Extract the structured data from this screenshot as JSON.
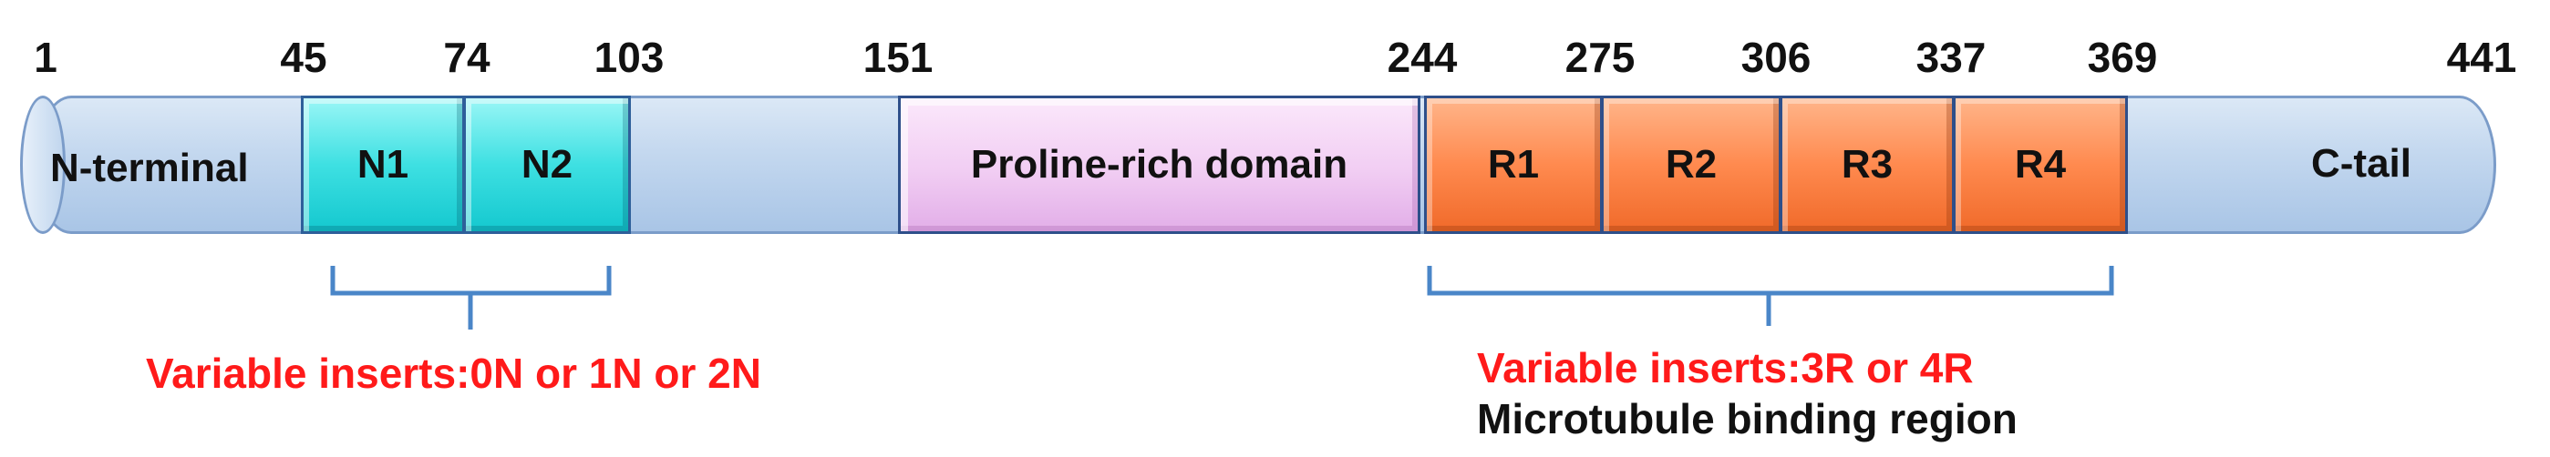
{
  "positions": [
    "1",
    "45",
    "74",
    "103",
    "151",
    "244",
    "275",
    "306",
    "337",
    "369",
    "441"
  ],
  "domains": {
    "n_terminal": "N-terminal",
    "n1": "N1",
    "n2": "N2",
    "proline": "Proline-rich domain",
    "r1": "R1",
    "r2": "R2",
    "r3": "R3",
    "r4": "R4",
    "c_tail": "C-tail"
  },
  "annotations": {
    "n_inserts": "Variable inserts:0N or 1N or 2N",
    "r_inserts": "Variable inserts:3R or 4R",
    "mt_binding": "Microtubule binding region"
  },
  "colors": {
    "n_boxes": "#3ee0e2",
    "proline_box": "#f1cdf3",
    "r_boxes": "#ff8a4f",
    "bar": "#c4d8ef",
    "bracket": "#4a86c8",
    "insert_text": "#ff1a1a"
  }
}
